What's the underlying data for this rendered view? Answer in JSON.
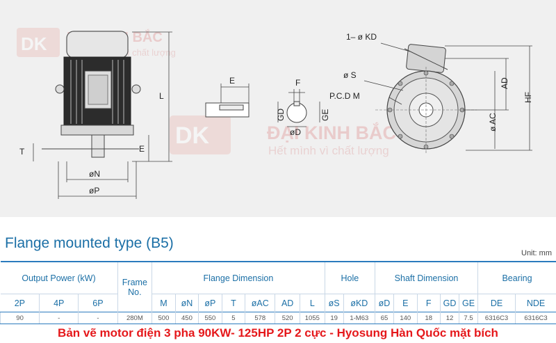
{
  "watermarks": [
    {
      "brand": "DK",
      "name": "ĐẠI KINH BẮC",
      "slogan": "Hết mình vì chất lượng"
    },
    {
      "brand": "DK",
      "name": "ĐẠI KINH BẮC",
      "slogan": "Hết mình vì chất lượng"
    }
  ],
  "drawing": {
    "labels": {
      "L": "L",
      "T": "T",
      "E_front": "E",
      "N": "øN",
      "P": "øP",
      "E_shaft": "E",
      "F": "F",
      "GD": "GD",
      "D": "øD",
      "GE": "GE",
      "KD": "1– ø KD",
      "S": "ø S",
      "PCD": "P.C.D M",
      "AD": "AD",
      "HF": "HF",
      "AC": "ø AC"
    }
  },
  "section_title": "Flange mounted type (B5)",
  "unit": "Unit: mm",
  "table": {
    "group_headers": {
      "output": "Output Power (kW)",
      "frame": "Frame No.",
      "flange": "Flange Dimension",
      "hole": "Hole",
      "shaft": "Shaft Dimension",
      "bearing": "Bearing"
    },
    "columns": [
      "2P",
      "4P",
      "6P",
      "M",
      "øN",
      "øP",
      "T",
      "øAC",
      "AD",
      "L",
      "øS",
      "øKD",
      "øD",
      "E",
      "F",
      "GD",
      "GE",
      "DE",
      "NDE"
    ],
    "row": [
      "90",
      "-",
      "-",
      "280M",
      "500",
      "450",
      "550",
      "5",
      "578",
      "520",
      "1055",
      "19",
      "1-M63",
      "65",
      "140",
      "18",
      "12",
      "7.5",
      "6316C3",
      "6316C3"
    ]
  },
  "caption": "Bản vẽ motor điện 3 pha 90KW- 125HP 2P 2 cực - Hyosung Hàn Quốc mặt bích"
}
